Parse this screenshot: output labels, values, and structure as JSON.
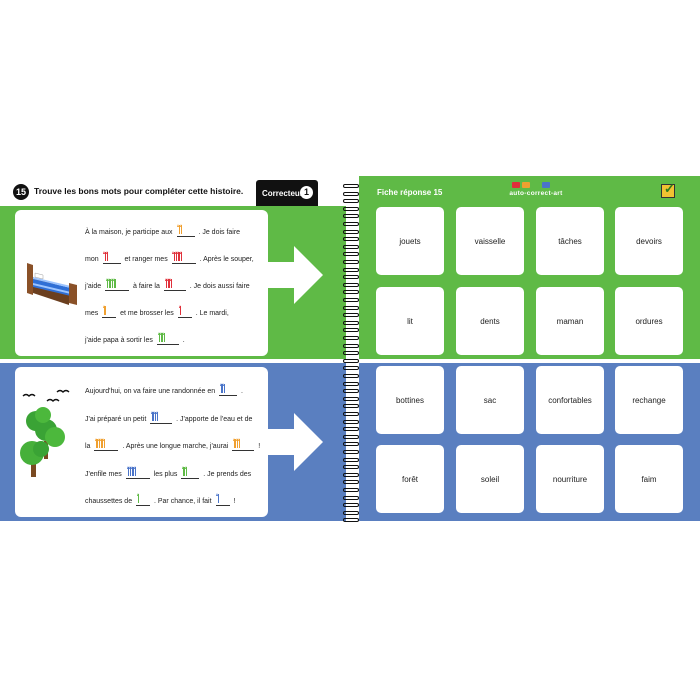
{
  "left_page": {
    "exercise_number": "15",
    "instruction": "Trouve les bons mots pour compléter cette histoire.",
    "correcteur_label": "Correcteur",
    "correcteur_knob": "1",
    "story1": {
      "illustration": "bed-illustration",
      "lines": [
        {
          "segments": [
            {
              "t": "À la maison, je participe aux"
            },
            {
              "blank": 2,
              "color": "#f0a030"
            },
            {
              "t": ". Je dois faire"
            }
          ]
        },
        {
          "segments": [
            {
              "t": "mon"
            },
            {
              "blank": 2,
              "color": "#e0303a"
            },
            {
              "t": "et ranger mes"
            },
            {
              "blank": 4,
              "color": "#e0303a"
            },
            {
              "t": ". Après le souper,"
            }
          ]
        },
        {
          "segments": [
            {
              "t": "j'aide"
            },
            {
              "blank": 4,
              "color": "#5fba46"
            },
            {
              "t": "à faire la"
            },
            {
              "blank": 3,
              "color": "#e0303a"
            },
            {
              "t": ". Je dois aussi faire"
            }
          ]
        },
        {
          "segments": [
            {
              "t": "mes"
            },
            {
              "blank": 1,
              "color": "#f0a030"
            },
            {
              "t": "et me brosser les"
            },
            {
              "blank": 1,
              "color": "#e0303a"
            },
            {
              "t": ". Le mardi,"
            }
          ]
        },
        {
          "segments": [
            {
              "t": "j'aide papa à sortir les"
            },
            {
              "blank": 3,
              "color": "#5fba46"
            },
            {
              "t": "."
            }
          ]
        }
      ]
    },
    "story2": {
      "illustration": "trees-birds-illustration",
      "lines": [
        {
          "segments": [
            {
              "t": "Aujourd'hui, on va faire une randonnée en"
            },
            {
              "blank": 2,
              "color": "#4a74c9"
            },
            {
              "t": "."
            }
          ]
        },
        {
          "segments": [
            {
              "t": "J'ai préparé un petit"
            },
            {
              "blank": 3,
              "color": "#4a74c9"
            },
            {
              "t": ". J'apporte de l'eau et de"
            }
          ]
        },
        {
          "segments": [
            {
              "t": "la"
            },
            {
              "blank": 4,
              "color": "#f0a030"
            },
            {
              "t": ". Après une longue marche, j'aurai"
            },
            {
              "blank": 3,
              "color": "#f0a030"
            },
            {
              "t": "!"
            }
          ]
        },
        {
          "segments": [
            {
              "t": "J'enfile mes"
            },
            {
              "blank": 4,
              "color": "#4a74c9"
            },
            {
              "t": "les plus"
            },
            {
              "blank": 2,
              "color": "#5fba46"
            },
            {
              "t": ". Je prends des"
            }
          ]
        },
        {
          "segments": [
            {
              "t": "chaussettes de"
            },
            {
              "blank": 1,
              "color": "#5fba46"
            },
            {
              "t": ". Par chance, il fait"
            },
            {
              "blank": 1,
              "color": "#4a74c9"
            },
            {
              "t": "!"
            }
          ]
        }
      ]
    }
  },
  "right_page": {
    "title": "Fiche réponse 15",
    "brand_name": "auto-correct-art",
    "brand_colors": [
      "#e0303a",
      "#f0a030",
      "#5fba46",
      "#4a74c9"
    ],
    "answers_top": [
      "jouets",
      "vaisselle",
      "tâches",
      "devoirs",
      "lit",
      "dents",
      "maman",
      "ordures"
    ],
    "answers_bottom": [
      "bottines",
      "sac",
      "confortables",
      "rechange",
      "forêt",
      "soleil",
      "nourriture",
      "faim"
    ]
  },
  "colors": {
    "green": "#5fba46",
    "blue": "#5a7fc0",
    "red_tick": "#e0303a",
    "orange_tick": "#f0a030",
    "green_tick": "#5fba46",
    "blue_tick": "#4a74c9"
  }
}
